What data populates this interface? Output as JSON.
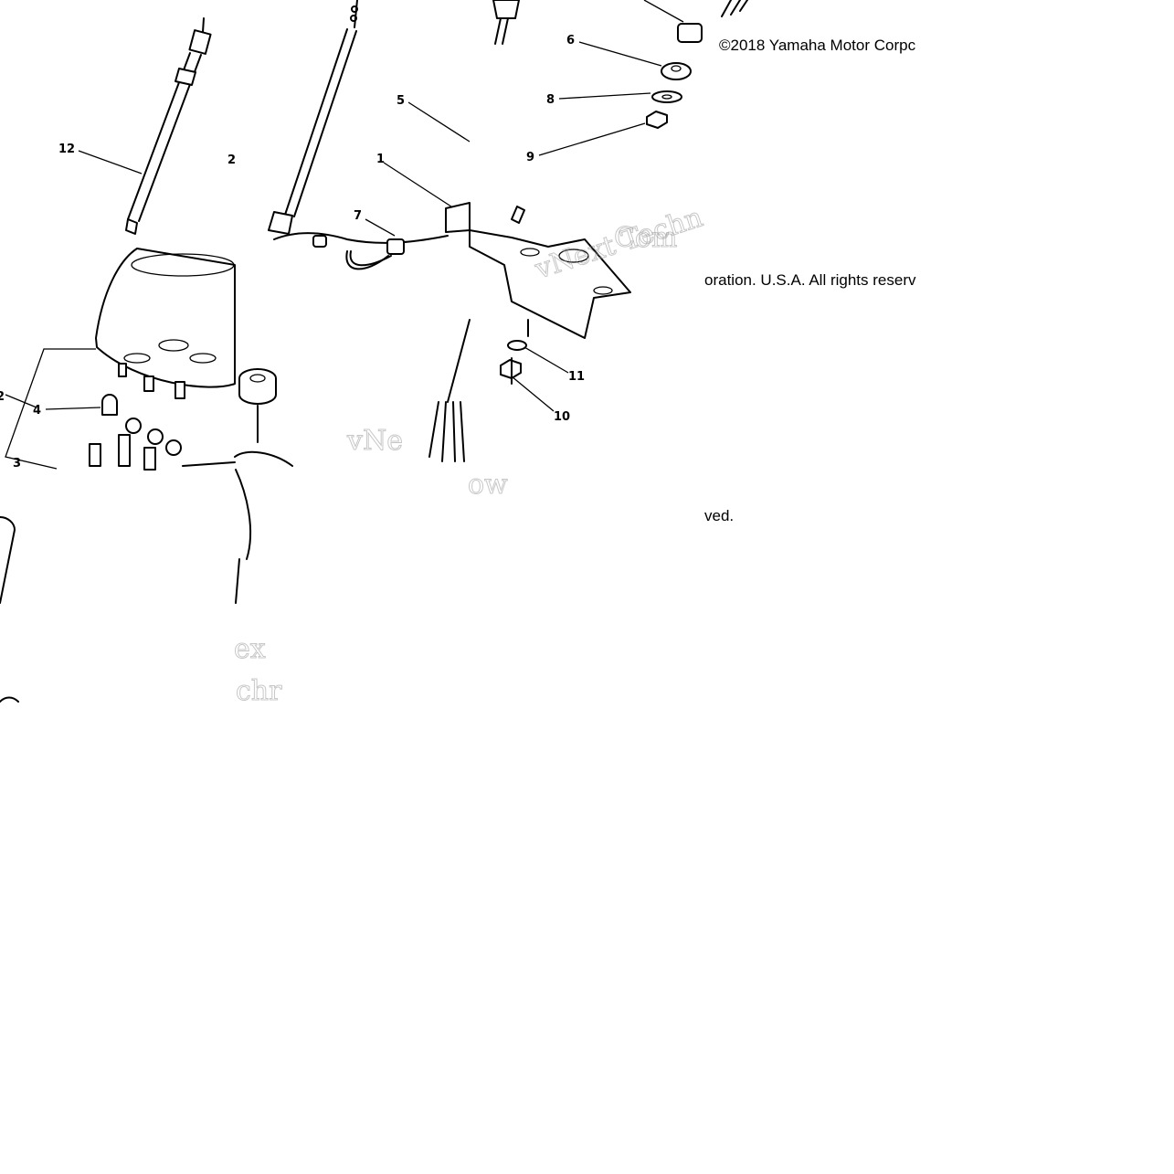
{
  "copyright": {
    "line1": "©2018 Yamaha Motor Corpc",
    "line2": "oration. U.S.A. All rights reserv",
    "line3": "ved."
  },
  "watermark": {
    "text1": "vNext Techn",
    "text2": "vNe",
    "text3": "chr",
    "text4": "Com",
    "text5": "ow",
    "text6": "ex"
  },
  "callouts": [
    "12",
    "2",
    "5",
    "1",
    "7",
    "6",
    "8",
    "9",
    "11",
    "10",
    "4",
    "3",
    "2"
  ]
}
